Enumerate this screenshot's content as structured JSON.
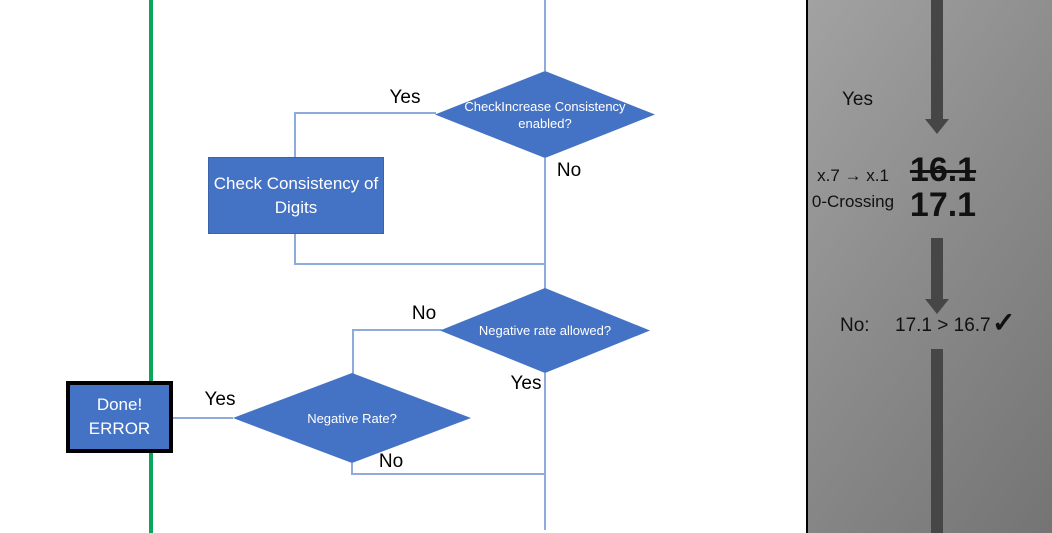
{
  "colors": {
    "shape_blue": "#4472C4",
    "connector_blue": "#8FAADC",
    "green_line": "#0CA65A",
    "arrow_gray": "#464646",
    "panel_text": "#111111"
  },
  "flowchart": {
    "nodes": {
      "check_increase_diamond": "CheckIncrease Consistency enabled?",
      "check_consistency_box": "Check Consistency of Digits",
      "negative_rate_allowed_diamond": "Negative rate allowed?",
      "negative_rate_diamond": "Negative Rate?",
      "done_error_box": "Done!\nERROR"
    },
    "branch_labels": {
      "check_increase_yes": "Yes",
      "check_increase_no": "No",
      "negative_rate_allowed_no": "No",
      "negative_rate_allowed_yes": "Yes",
      "negative_rate_yes": "Yes",
      "negative_rate_no": "No"
    }
  },
  "panel": {
    "yes_label": "Yes",
    "crossing_note": "x.7 → x.1\n0-Crossing",
    "old_value": "16.1",
    "new_value": "17.1",
    "result_prefix": "No:",
    "result_comparison": "17.1 > 16.7",
    "checkmark_icon": "✓"
  }
}
